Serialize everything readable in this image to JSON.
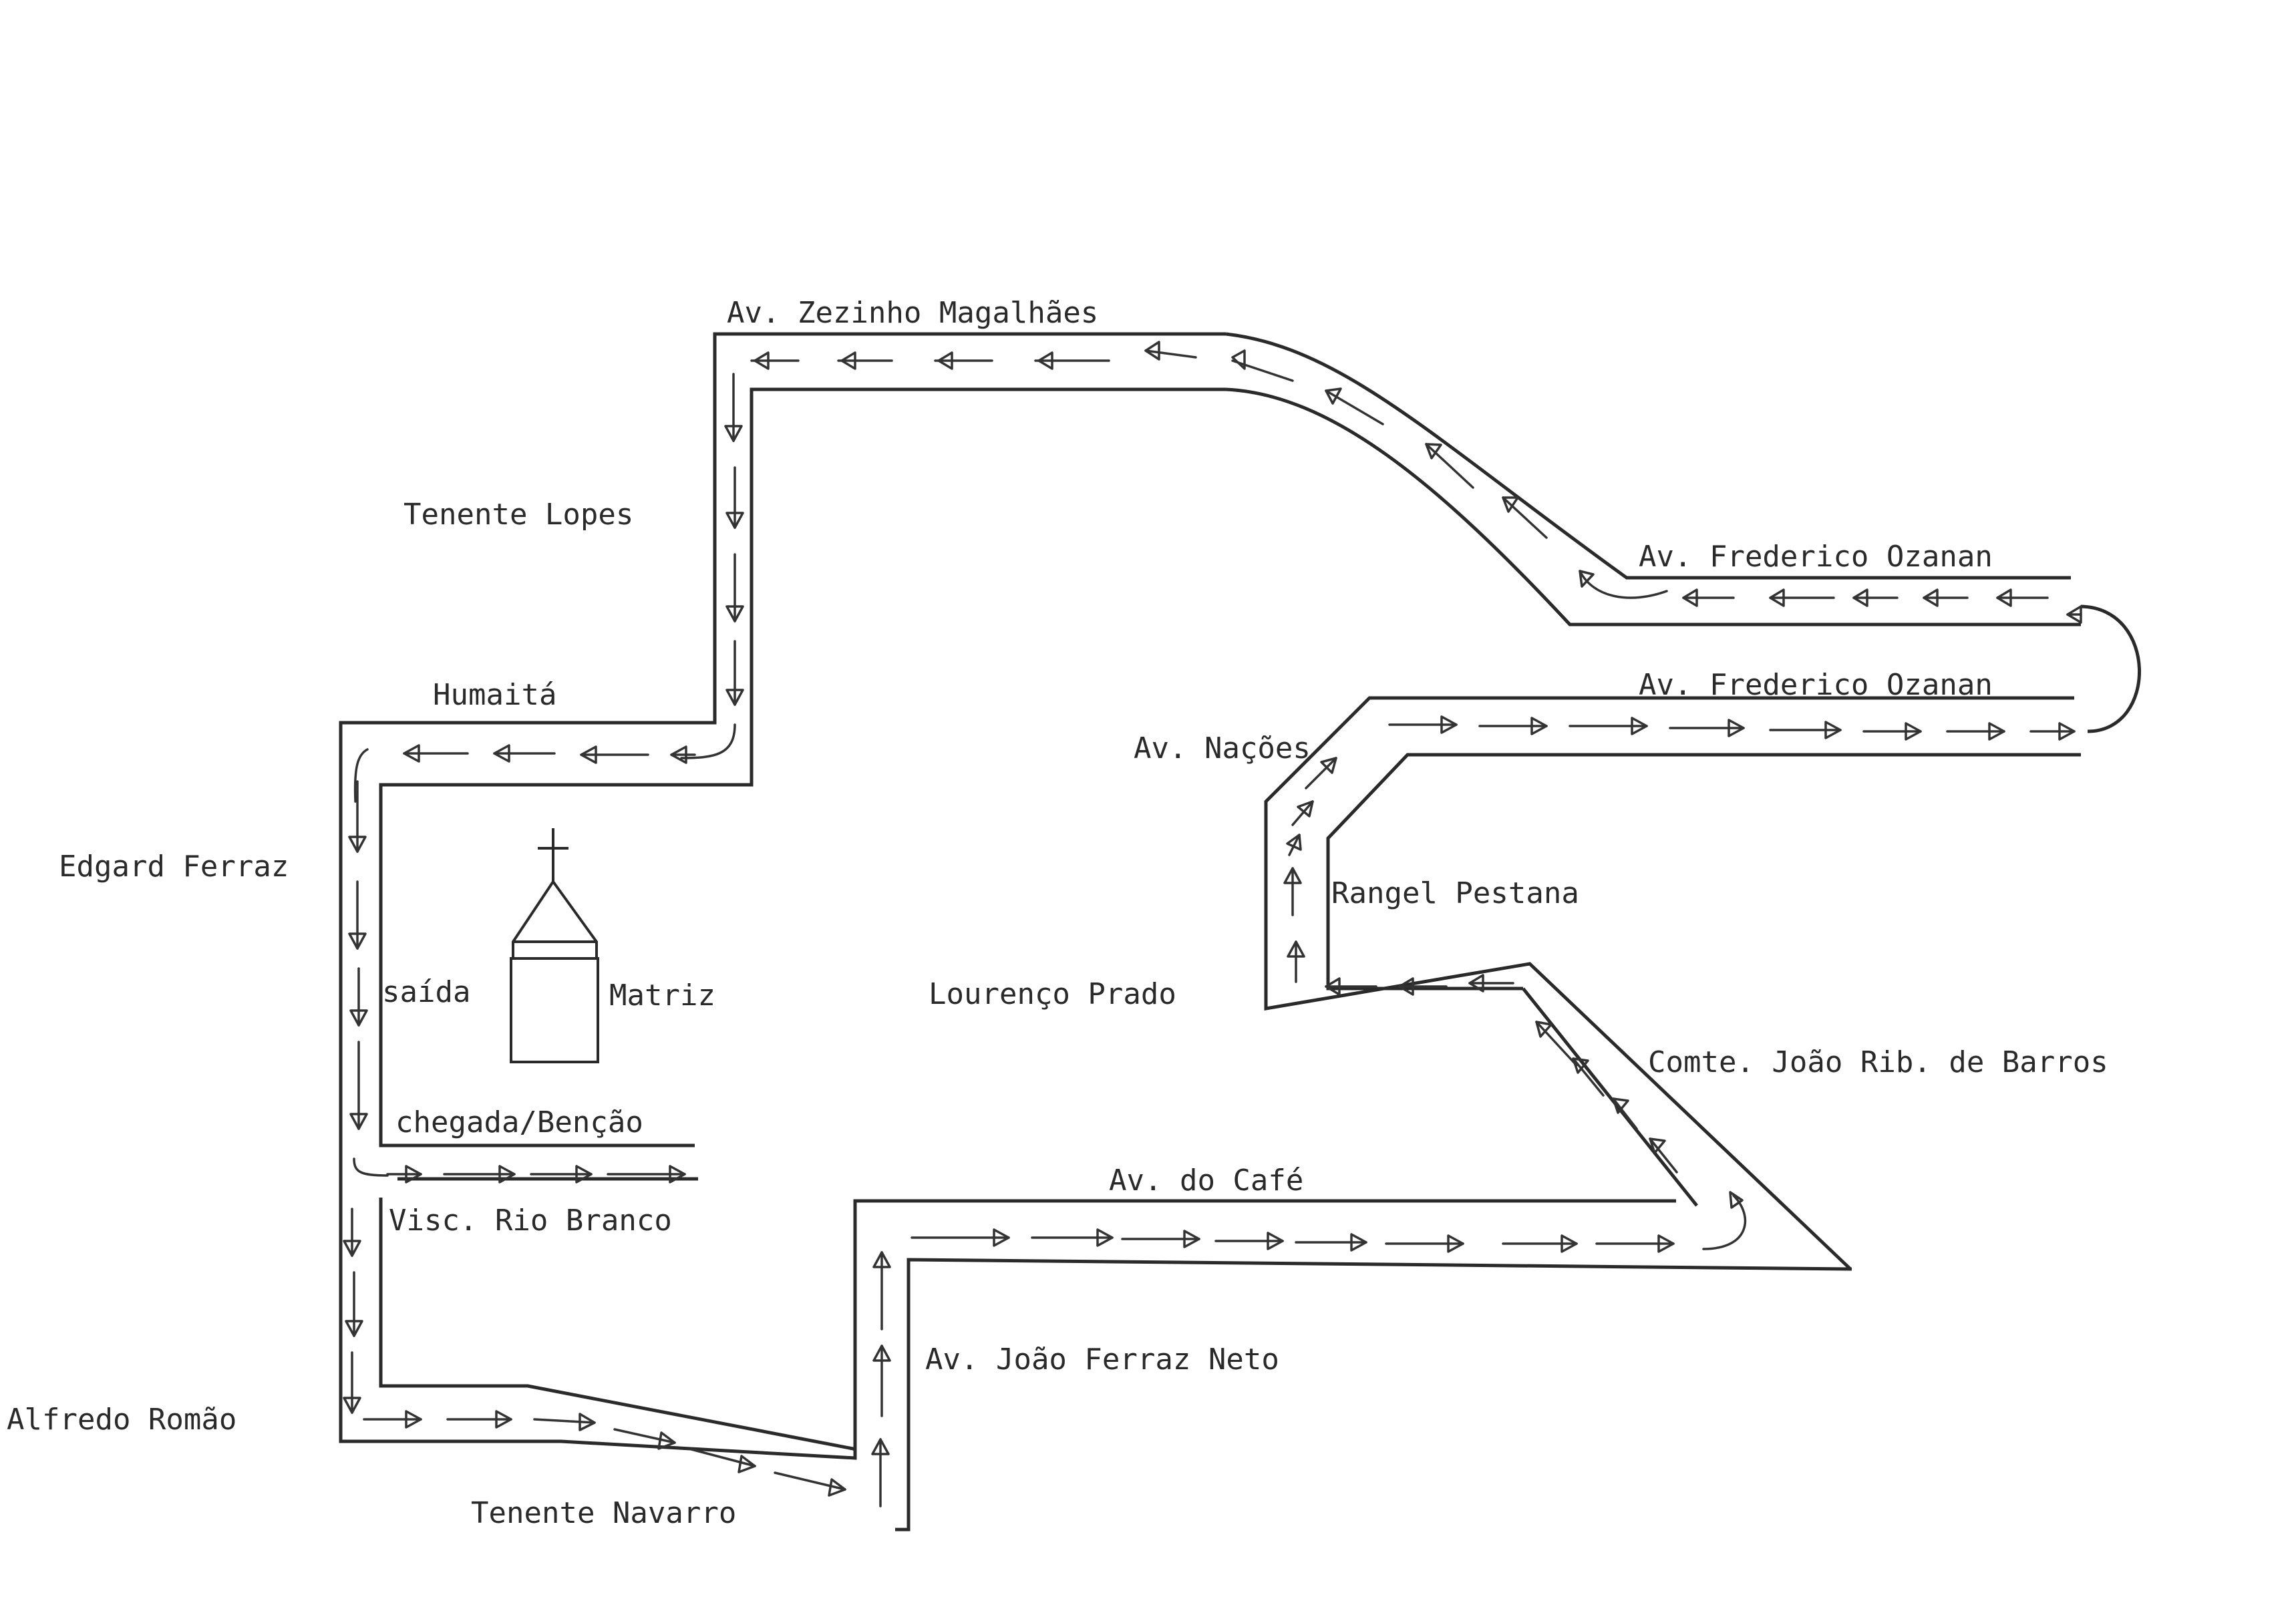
{
  "streets": {
    "zezinho": "Av. Zezinho Magalhães",
    "tenente_lopes": "Tenente Lopes",
    "ozanan_top": "Av. Frederico Ozanan",
    "ozanan_bottom": "Av. Frederico Ozanan",
    "humaita": "Humaitá",
    "nacoes": "Av. Nações",
    "edgard": "Edgard Ferraz",
    "rangel": "Rangel Pestana",
    "saida": "saída",
    "matriz": "Matriz",
    "lourenco": "Lourenço Prado",
    "comte": "Comte. João Rib. de Barros",
    "chegada": "chegada/Benção",
    "cafe": "Av. do Café",
    "visc": "Visc. Rio Branco",
    "joao_ferraz": "Av. João Ferraz Neto",
    "alfredo": "Alfredo Romão",
    "navarro": "Tenente Navarro"
  },
  "colors": {
    "ink": "#2a2a2a",
    "paper": "#ffffff"
  },
  "icons": {
    "church": "church-icon",
    "arrow": "arrowhead-icon"
  }
}
